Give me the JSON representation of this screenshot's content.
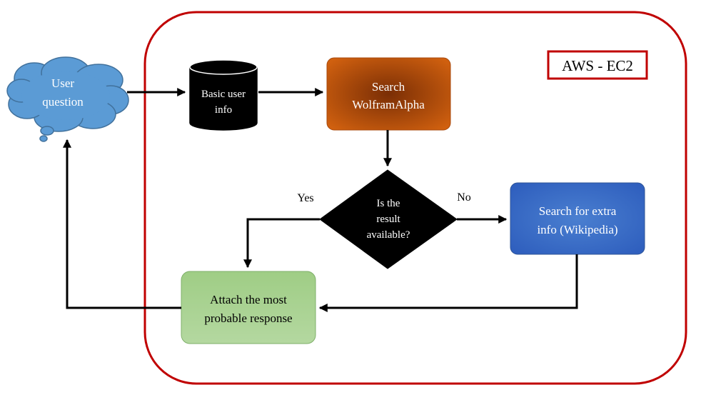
{
  "region": {
    "label": "AWS - EC2",
    "border_color": "#c00000"
  },
  "nodes": {
    "user_question": {
      "line1": "User",
      "line2": "question",
      "fill": "#5b9bd5"
    },
    "basic_user_info": {
      "line1": "Basic user",
      "line2": "info",
      "fill": "#000000"
    },
    "search_wolfram": {
      "line1": "Search",
      "line2": "WolframAlpha",
      "fill": "#c55a11"
    },
    "decision": {
      "line1": "Is the",
      "line2": "result",
      "line3": "available?",
      "fill": "#000000"
    },
    "search_extra": {
      "line1": "Search  for extra",
      "line2": "info (Wikipedia)",
      "fill": "#4472c4"
    },
    "attach_response": {
      "line1": "Attach the most",
      "line2": "probable response",
      "fill": "#a9d18e"
    }
  },
  "edge_labels": {
    "yes": "Yes",
    "no": "No"
  }
}
